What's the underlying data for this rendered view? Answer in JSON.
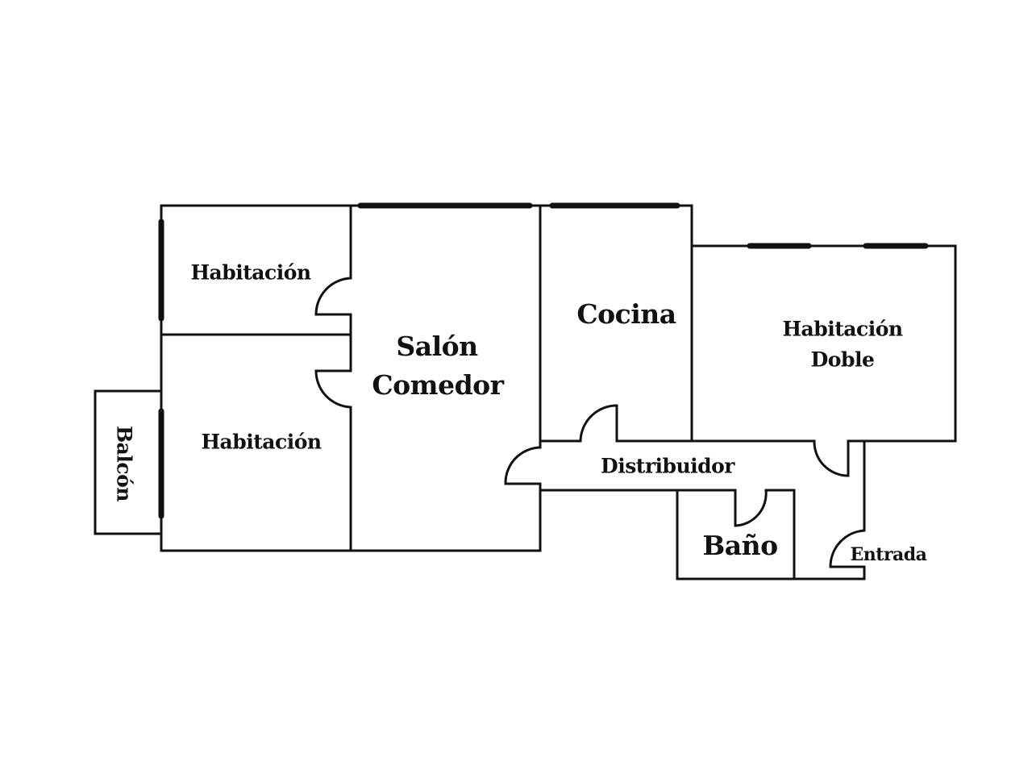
{
  "plan": {
    "title": "Floor plan",
    "rooms": [
      {
        "id": "bedroom-top",
        "label": "Habitación"
      },
      {
        "id": "bedroom-bottom",
        "label": "Habitación"
      },
      {
        "id": "balcony",
        "label": "Balcón"
      },
      {
        "id": "living-dining",
        "label_line1": "Salón",
        "label_line2": "Comedor"
      },
      {
        "id": "kitchen",
        "label": "Cocina"
      },
      {
        "id": "double-bedroom",
        "label_line1": "Habitación",
        "label_line2": "Doble"
      },
      {
        "id": "hallway",
        "label": "Distribuidor"
      },
      {
        "id": "bathroom",
        "label": "Baño"
      },
      {
        "id": "entrance",
        "label": "Entrada"
      }
    ],
    "colors": {
      "wall": "#111111",
      "window_fill": "#7a7a7a",
      "background": "#ffffff"
    }
  }
}
